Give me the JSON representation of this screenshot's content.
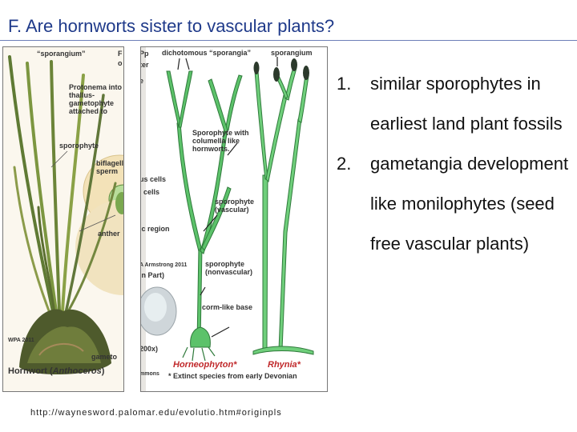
{
  "slide": {
    "title": "F. Are hornworts sister to vascular plants?",
    "source_url": "http://waynesword.palomar.edu/evolutio.htm#originpls"
  },
  "figure_left": {
    "labels": {
      "sporangium": "“sporangium”",
      "partial_right_top": "F",
      "partial_right_2": "o",
      "protonema": "Protonema into thallus-gametophyte attached to",
      "sporophyte": "sporophyte",
      "biflagellate": "biflagellate sperm",
      "antheridium": "anther",
      "wpa": "WPA 2011",
      "gametophyte": "gameto",
      "caption_prefix": "Hornwort (",
      "caption_genus": "Anthoceros",
      "caption_suffix": ")"
    }
  },
  "figure_right": {
    "labels": {
      "partial_left_1": "Pp",
      "partial_left_2": "ter",
      "partial_left_3": "e",
      "dichotomous": "dichotomous “sporangia”",
      "sporangium": "sporangium",
      "columella": "Sporophyte with columella like hornworts.",
      "cells1": "us cells",
      "cells2": "l cells",
      "region": "ic region",
      "sporophyte_vascular": "sporophyte (vascular)",
      "armstrong": "A Armstrong 2011",
      "in_part": "in Part)",
      "sporophyte_nonvascular": "sporophyte (nonvascular)",
      "corm": "corm-like base",
      "magnification": "200x)",
      "commons": "mmons",
      "horneophyton": "Horneophyton*",
      "rhynia": "Rhynia*",
      "extinct": "* Extinct species from early Devonian"
    }
  },
  "points": [
    {
      "number": "1.",
      "text": "similar sporophytes in earliest land plant fossils"
    },
    {
      "number": "2.",
      "text": "gametangia development like monilophytes (seed free vascular plants)"
    }
  ],
  "colors": {
    "title": "#1f3a8a",
    "stem_green": "#5cc26a",
    "stem_outline": "#2f7a3b",
    "hornwort_green": "#6f8a3a",
    "sporangium_dark": "#2c3a2c",
    "extinct_red": "#c0282a"
  }
}
